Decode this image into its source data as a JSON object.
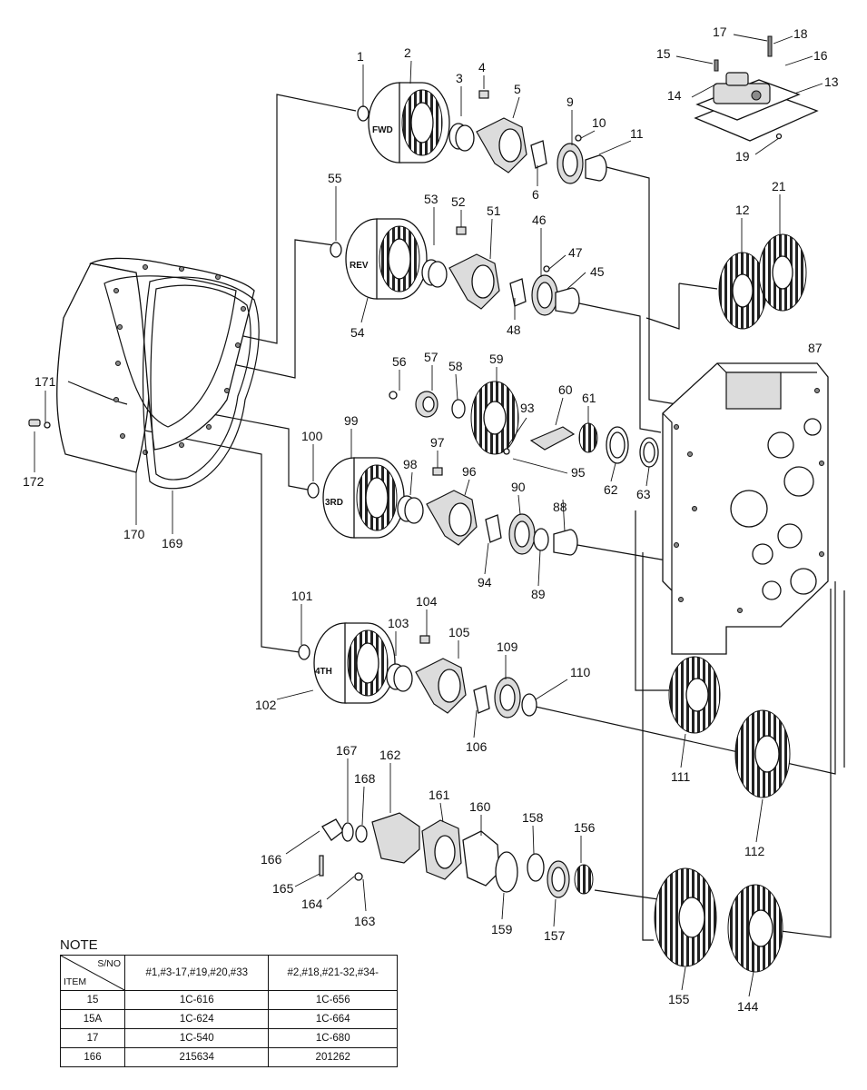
{
  "diagram": {
    "callouts": [
      "1",
      "2",
      "3",
      "4",
      "5",
      "6",
      "9",
      "10",
      "11",
      "12",
      "13",
      "14",
      "15",
      "16",
      "17",
      "18",
      "19",
      "21",
      "45",
      "46",
      "47",
      "48",
      "51",
      "52",
      "53",
      "54",
      "55",
      "56",
      "57",
      "58",
      "59",
      "60",
      "61",
      "62",
      "63",
      "87",
      "88",
      "89",
      "90",
      "93",
      "94",
      "95",
      "96",
      "97",
      "98",
      "99",
      "100",
      "101",
      "102",
      "103",
      "104",
      "105",
      "106",
      "109",
      "110",
      "111",
      "112",
      "144",
      "155",
      "156",
      "157",
      "158",
      "159",
      "160",
      "161",
      "162",
      "163",
      "164",
      "165",
      "166",
      "167",
      "168",
      "169",
      "170",
      "171",
      "172"
    ],
    "clutch_tags": {
      "fwd": "FWD",
      "rev": "REV",
      "third": "3RD",
      "fourth": "4TH"
    }
  },
  "note": {
    "title": "NOTE",
    "header": {
      "sno": "S/NO",
      "item": "ITEM",
      "col1": "#1,#3-17,#19,#20,#33",
      "col2": "#2,#18,#21-32,#34-"
    },
    "rows": [
      {
        "item": "15",
        "a": "1C-616",
        "b": "1C-656"
      },
      {
        "item": "15A",
        "a": "1C-624",
        "b": "1C-664"
      },
      {
        "item": "17",
        "a": "1C-540",
        "b": "1C-680"
      },
      {
        "item": "166",
        "a": "215634",
        "b": "201262"
      }
    ]
  }
}
